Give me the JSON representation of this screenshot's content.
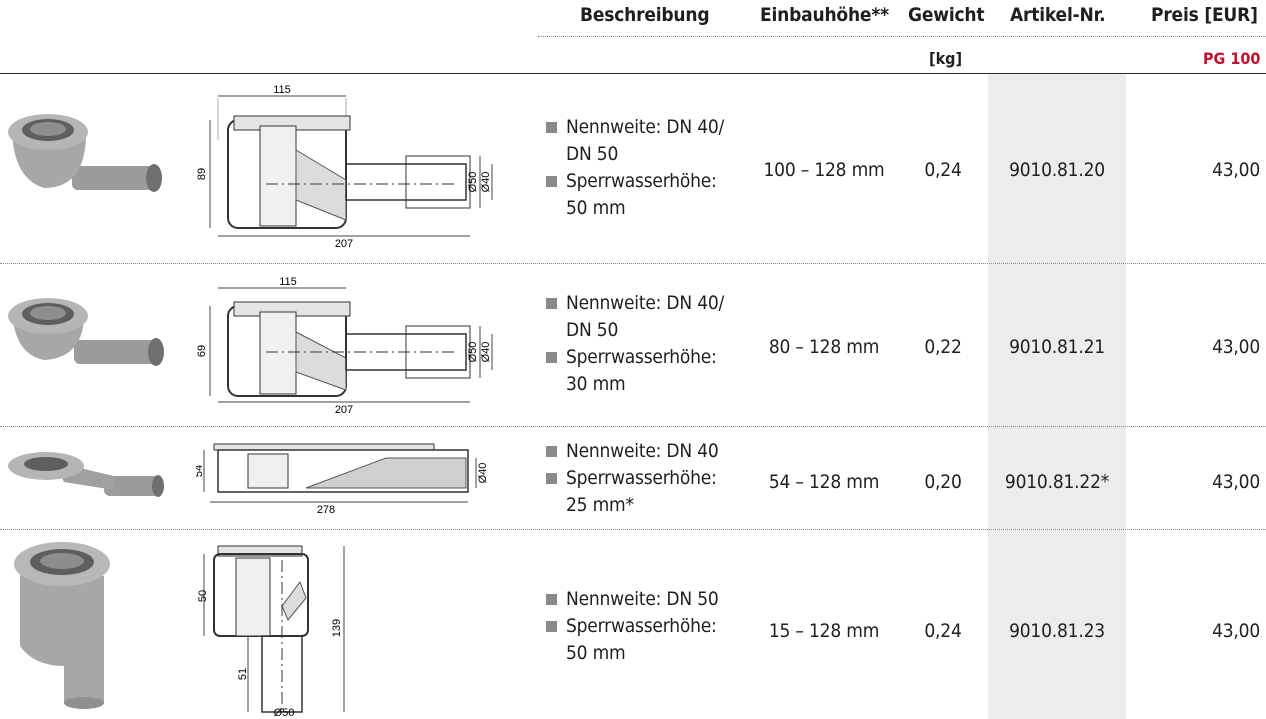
{
  "header": {
    "description": "Beschreibung",
    "height": "Einbauhöhe**",
    "weight": "Gewicht",
    "weight_unit": "[kg]",
    "article": "Artikel-Nr.",
    "price": "Preis [EUR]",
    "price_group": "PG 100"
  },
  "rows": [
    {
      "desc1": "Nennweite: DN 40/",
      "desc1b": "DN 50",
      "desc2": "Sperrwasserhöhe:",
      "desc2b": "50 mm",
      "height": "100 – 128 mm",
      "weight": "0,24",
      "article": "9010.81.20",
      "price": "43,00",
      "dim_top": "115",
      "dim_bottom": "207",
      "dim_left": "89",
      "dim_r1": "Ø50",
      "dim_r2": "Ø40"
    },
    {
      "desc1": "Nennweite: DN 40/",
      "desc1b": "DN 50",
      "desc2": "Sperrwasserhöhe:",
      "desc2b": "30 mm",
      "height": "80 – 128 mm",
      "weight": "0,22",
      "article": "9010.81.21",
      "price": "43,00",
      "dim_top": "115",
      "dim_bottom": "207",
      "dim_left": "69",
      "dim_r1": "Ø50",
      "dim_r2": "Ø40"
    },
    {
      "desc1": "Nennweite: DN 40",
      "desc2": "Sperrwasserhöhe:",
      "desc2b": "25 mm*",
      "height": "54 – 128 mm",
      "weight": "0,20",
      "article": "9010.81.22*",
      "price": "43,00",
      "dim_bottom": "278",
      "dim_left": "54",
      "dim_r1": "Ø40"
    },
    {
      "desc1": "Nennweite: DN 50",
      "desc2": "Sperrwasserhöhe:",
      "desc2b": "50 mm",
      "height": "15 – 128 mm",
      "weight": "0,24",
      "article": "9010.81.23",
      "price": "43,00",
      "dim_left": "50",
      "dim_left2": "51",
      "dim_right": "139",
      "dim_bottom": "Ø50"
    }
  ],
  "colors": {
    "accent": "#c0102b",
    "article_bg": "#ececec",
    "bullet": "#8a8a8a"
  }
}
